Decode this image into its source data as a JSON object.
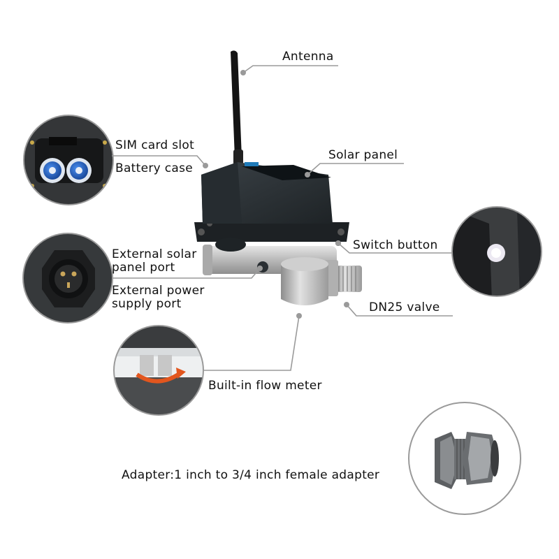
{
  "labels": {
    "antenna": "Antenna",
    "sim_card_slot": "SIM card slot",
    "battery_case": "Battery case",
    "solar_panel": "Solar panel",
    "external_solar_panel_port": "External solar panel port",
    "switch_button": "Switch button",
    "external_power_supply_port": "External power supply port",
    "dn25_valve": "DN25 valve",
    "built_in_flow_meter": "Built-in flow meter",
    "adapter": "Adapter:1 inch to 3/4 inch female adapter"
  },
  "colors": {
    "leader_line": "#9a9a9a",
    "device_body": "#2b3136",
    "metal": "#b9b9b9",
    "battery_blue": "#1f63c9",
    "flow_arrow": "#e2561e"
  },
  "icons": {
    "device": "smart-water-valve",
    "sim_closeup": "sim-battery-closeup",
    "port_closeup": "port-connector-closeup",
    "switch_closeup": "switch-button-closeup",
    "flow_closeup": "flow-meter-closeup",
    "adapter": "pipe-adapter"
  }
}
